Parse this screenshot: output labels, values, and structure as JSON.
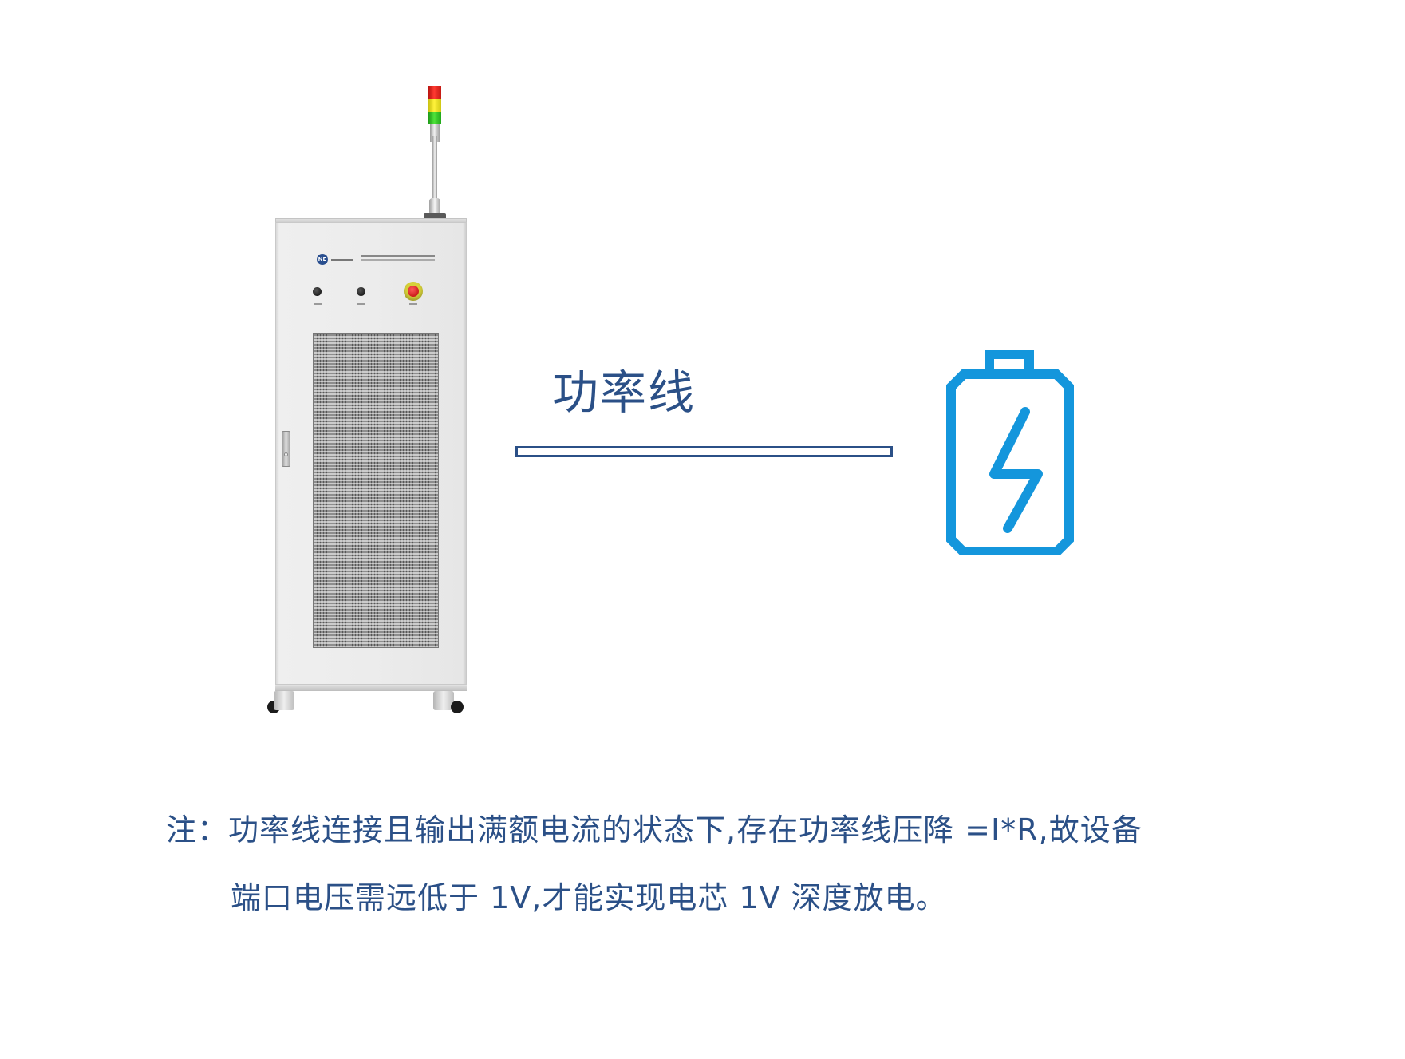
{
  "diagram": {
    "nodes": [
      {
        "id": "cabinet",
        "kind": "test-equipment-cabinet",
        "label": ""
      },
      {
        "id": "battery",
        "kind": "battery-cell-icon",
        "label": ""
      }
    ],
    "edges": [
      {
        "from": "cabinet",
        "to": "battery",
        "label": "功率线"
      }
    ]
  },
  "connection": {
    "label": "功率线"
  },
  "cabinet": {
    "status_light_colors": [
      "#e8201c",
      "#e8e020",
      "#38c828"
    ],
    "estop_color": "#d62020",
    "logo_text": "NE"
  },
  "battery": {
    "icon": "battery-charging-icon",
    "color": "#1496dc"
  },
  "note": {
    "line1": "注：功率线连接且输出满额电流的状态下,存在功率线压降 =I*R,故设备",
    "line2": "端口电压需远低于 1V,才能实现电芯 1V 深度放电。"
  },
  "colors": {
    "text": "#2b5087",
    "cable_border": "#2b5087",
    "battery": "#1496dc",
    "background": "#ffffff"
  }
}
